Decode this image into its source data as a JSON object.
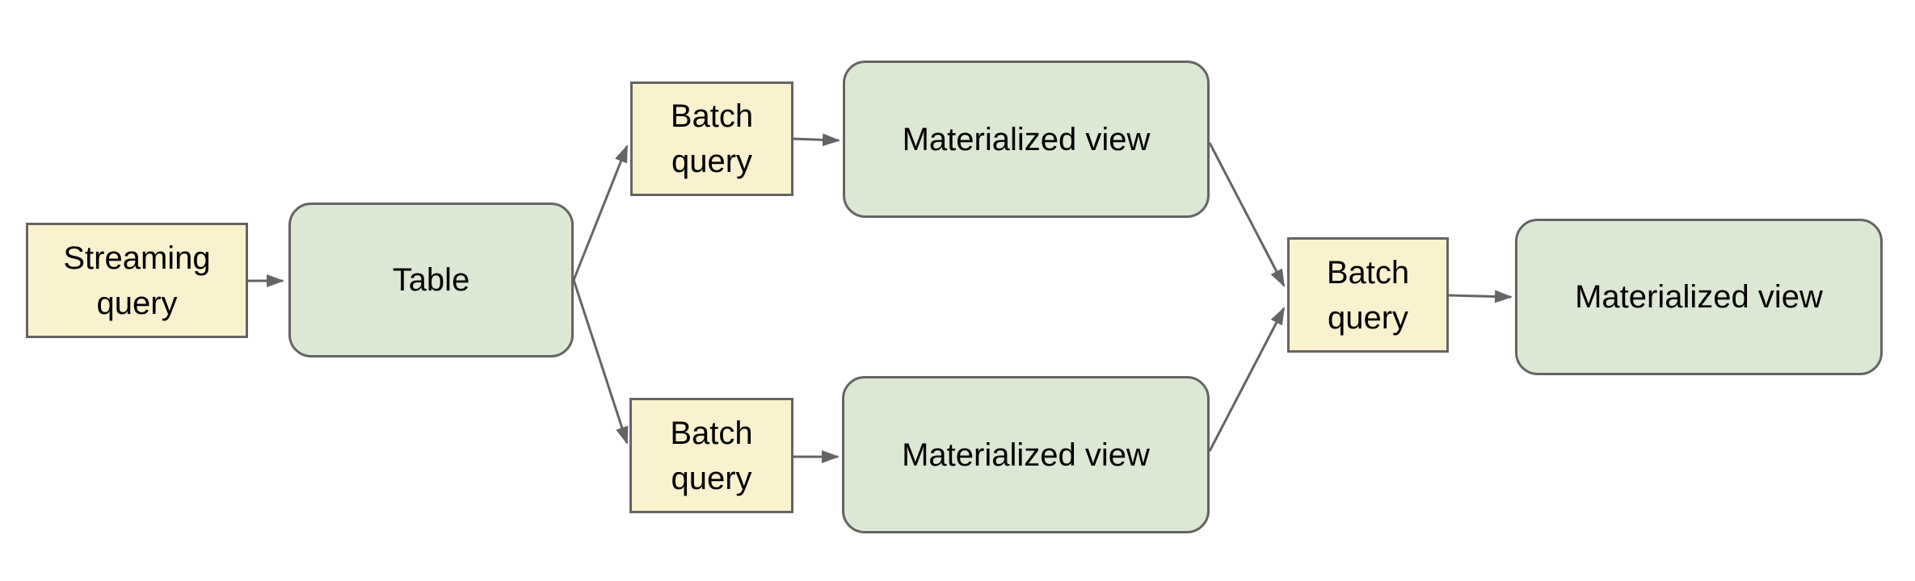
{
  "diagram": {
    "nodes": {
      "streaming_query": {
        "label": "Streaming query",
        "shape": "rectangle"
      },
      "table": {
        "label": "Table",
        "shape": "rounded-rectangle"
      },
      "batch_query_top": {
        "label": "Batch query",
        "shape": "rectangle"
      },
      "materialized_view_top": {
        "label": "Materialized view",
        "shape": "rounded-rectangle"
      },
      "batch_query_bottom": {
        "label": "Batch query",
        "shape": "rectangle"
      },
      "materialized_view_bottom": {
        "label": "Materialized view",
        "shape": "rounded-rectangle"
      },
      "batch_query_merge": {
        "label": "Batch query",
        "shape": "rectangle"
      },
      "materialized_view_final": {
        "label": "Materialized view",
        "shape": "rounded-rectangle"
      }
    },
    "edges": [
      {
        "from": "streaming_query",
        "to": "table"
      },
      {
        "from": "table",
        "to": "batch_query_top"
      },
      {
        "from": "table",
        "to": "batch_query_bottom"
      },
      {
        "from": "batch_query_top",
        "to": "materialized_view_top"
      },
      {
        "from": "batch_query_bottom",
        "to": "materialized_view_bottom"
      },
      {
        "from": "materialized_view_top",
        "to": "batch_query_merge"
      },
      {
        "from": "materialized_view_bottom",
        "to": "batch_query_merge"
      },
      {
        "from": "batch_query_merge",
        "to": "materialized_view_final"
      }
    ],
    "colors": {
      "query_fill": "#FAF2CF",
      "store_fill": "#DCE8D4",
      "outline": "#646464",
      "arrow": "#646464",
      "label_text": "#000000",
      "canvas_bg": "#FFFFFF"
    }
  }
}
